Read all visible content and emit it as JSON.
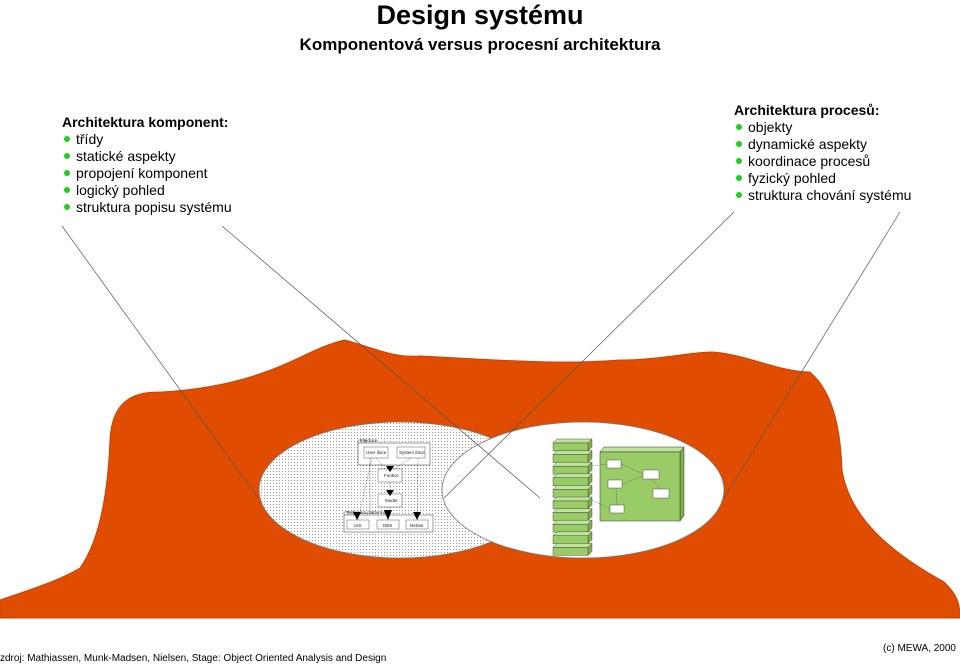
{
  "title": "Design systému",
  "subtitle": "Komponentová versus procesní architektura",
  "left": {
    "heading": "Architektura komponent:",
    "items": [
      "třídy",
      "statické aspekty",
      "propojení komponent",
      "logický pohled",
      "struktura popisu systému"
    ]
  },
  "right": {
    "heading": "Architektura procesů:",
    "items": [
      "objekty",
      "dynamické aspekty",
      "koordinace procesů",
      "fyzický pohled",
      "struktura chování systému"
    ]
  },
  "component_diagram": {
    "interface_label": "Interface",
    "user_iface": "User iface",
    "system_iface": "System iface",
    "function": "Funkce",
    "model": "Model",
    "platform_label": "Technická platforma",
    "uis": "UIS",
    "dbs": "DBS",
    "netsw": "NetSw"
  },
  "colors": {
    "blob": "#e04d00",
    "bullet": "#22cc22",
    "node": "#99cc66"
  },
  "footer": {
    "source": "zdroj: Mathiassen, Munk-Madsen, Nielsen, Stage: Object Oriented Analysis and Design",
    "copyright": "(c) MEWA, 2000"
  }
}
